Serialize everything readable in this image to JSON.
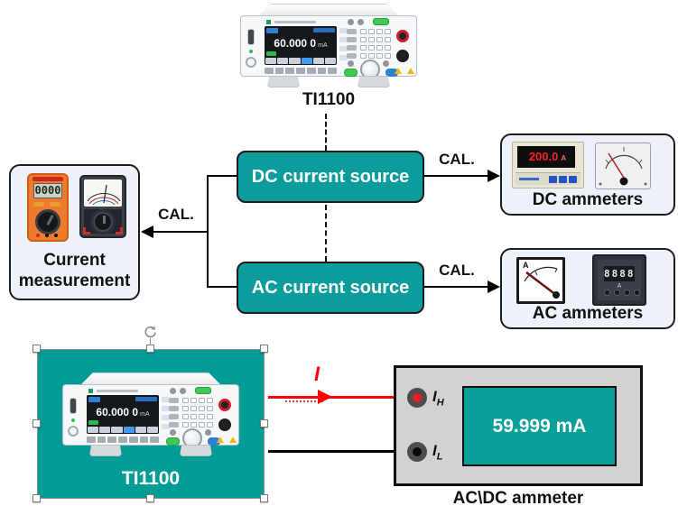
{
  "device": {
    "screen_value": "60.000 0",
    "screen_unit": "mA",
    "top_caption": "TI1100",
    "bottom_caption": "TI1100"
  },
  "flow": {
    "dc_source": "DC current source",
    "ac_source": "AC current source",
    "cal": "CAL.",
    "cm_line1": "Current",
    "cm_line2": "measurement",
    "dc_ammeters": "DC ammeters",
    "ac_ammeters": "AC ammeters"
  },
  "meters": {
    "digital_multimeter_lcd": "0000",
    "dc_digital_value": "200.0",
    "dc_digital_unit": "A",
    "ac_analog_unit": "A",
    "ac_digital_value": "8888"
  },
  "bottom": {
    "current_label": "I",
    "ammeter_display": "59.999 mA",
    "ih_main": "I",
    "ih_sub": "H",
    "il_main": "I",
    "il_sub": "L",
    "caption": "AC\\DC ammeter"
  },
  "colors": {
    "teal_box": "#0c9c9c",
    "teal_panel": "#019c96",
    "display_teal": "#0aa09a",
    "light_box_bg": "#edf2f9",
    "ammeter_bg": "#d2d2d2",
    "wire_red": "#ff0000",
    "wire_black": "#000000"
  }
}
